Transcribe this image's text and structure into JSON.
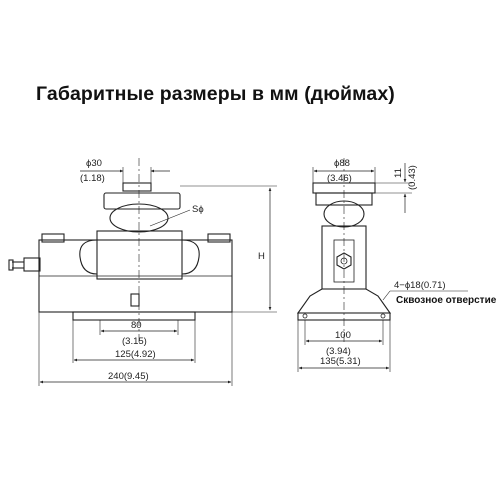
{
  "title": "Габаритные размеры в мм (дюймах)",
  "side_view": {
    "pin_dia_mm": "ϕ30",
    "pin_dia_in": "(1.18)",
    "sphere_label": "Sϕ",
    "height_label": "H",
    "dim_80": "80",
    "dim_80_in": "(3.15)",
    "dim_125": "125(4.92)",
    "dim_240": "240(9.45)"
  },
  "end_view": {
    "top_dia_mm": "ϕ88",
    "top_dia_in": "(3.46)",
    "dim_11": "11",
    "dim_11_in": "(0.43)",
    "hole_spec": "4−ϕ18(0.71)",
    "hole_note": "Сквозное отверстие",
    "dim_100": "100",
    "dim_100_in": "(3.94)",
    "dim_135": "135(5.31)"
  }
}
